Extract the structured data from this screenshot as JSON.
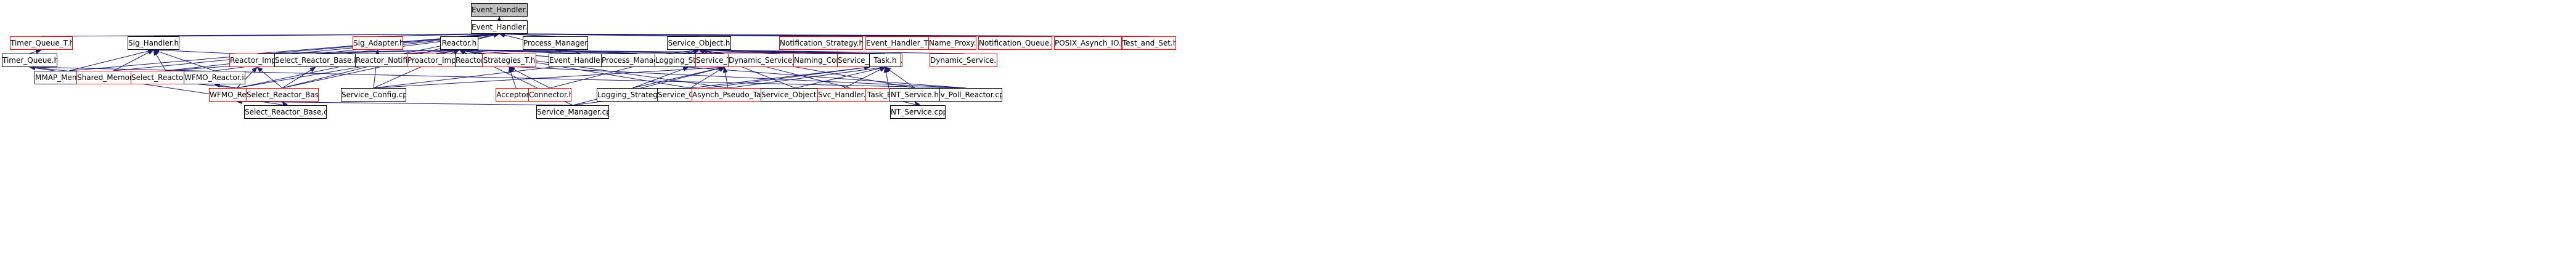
{
  "graph": {
    "root": "Event_Handler.inl",
    "nodes": [
      {
        "id": "event_handler_inl",
        "label": "Event_Handler.inl",
        "root": true
      },
      {
        "id": "event_handler_h",
        "label": "Event_Handler.h"
      },
      {
        "id": "timer_queue_t_h",
        "label": "Timer_Queue_T.h",
        "red": true
      },
      {
        "id": "timer_queue_h",
        "label": "Timer_Queue.h"
      },
      {
        "id": "sig_handler_h",
        "label": "Sig_Handler.h"
      },
      {
        "id": "mmap_memory_pool_h",
        "label": "MMAP_Memory_Pool.h"
      },
      {
        "id": "shared_memory_pool_h",
        "label": "Shared_Memory_Pool.h",
        "red": true
      },
      {
        "id": "select_reactor_t_inl",
        "label": "Select_Reactor_T.inl",
        "red": true
      },
      {
        "id": "wfmo_reactor_inl",
        "label": "WFMO_Reactor.inl"
      },
      {
        "id": "sig_adapter_h",
        "label": "Sig_Adapter.h",
        "red": true
      },
      {
        "id": "reactor_h",
        "label": "Reactor.h"
      },
      {
        "id": "process_manager_h",
        "label": "Process_Manager.h"
      },
      {
        "id": "service_object_h",
        "label": "Service_Object.h"
      },
      {
        "id": "notification_strategy_h",
        "label": "Notification_Strategy.h",
        "red": true
      },
      {
        "id": "event_handler_t_h",
        "label": "Event_Handler_T.h",
        "red": true
      },
      {
        "id": "name_proxy_h",
        "label": "Name_Proxy.h",
        "red": true
      },
      {
        "id": "notification_queue_h",
        "label": "Notification_Queue.h",
        "red": true
      },
      {
        "id": "posix_asynch_io_h",
        "label": "POSIX_Asynch_IO.h",
        "red": true
      },
      {
        "id": "test_and_set_h",
        "label": "Test_and_Set.h",
        "red": true
      },
      {
        "id": "reactor_impl_h",
        "label": "Reactor_Impl.h",
        "red": true
      },
      {
        "id": "select_reactor_base_inl",
        "label": "Select_Reactor_Base.inl"
      },
      {
        "id": "reactor_notification_strategy_cpp",
        "label": "Reactor_Notification_Strategy.cpp"
      },
      {
        "id": "proactor_impl_h",
        "label": "Proactor_Impl.h",
        "red": true
      },
      {
        "id": "reactor_cpp",
        "label": "Reactor.cpp"
      },
      {
        "id": "strategies_t_h",
        "label": "Strategies_T.h",
        "red": true
      },
      {
        "id": "event_handler_cpp",
        "label": "Event_Handler.cpp"
      },
      {
        "id": "process_manager_cpp",
        "label": "Process_Manager.cpp"
      },
      {
        "id": "logging_strategy_h",
        "label": "Logging_Strategy.h"
      },
      {
        "id": "service_types_h",
        "label": "Service_Types.h",
        "red": true
      },
      {
        "id": "dynamic_service_dependency_h",
        "label": "Dynamic_Service_Dependency.h",
        "red": true
      },
      {
        "id": "naming_context_h",
        "label": "Naming_Context.h",
        "red": true
      },
      {
        "id": "service_manager_h",
        "label": "Service_Manager.h",
        "red": true
      },
      {
        "id": "task_h",
        "label": "Task.h"
      },
      {
        "id": "dynamic_service_cpp",
        "label": "Dynamic_Service.cpp",
        "red": true
      },
      {
        "id": "dev_poll_reactor_cpp",
        "label": "Dev_Poll_Reactor.cpp"
      },
      {
        "id": "wfmo_reactor_h",
        "label": "WFMO_Reactor.h",
        "red": true
      },
      {
        "id": "select_reactor_base_h",
        "label": "Select_Reactor_Base.h",
        "red": true
      },
      {
        "id": "service_config_cpp",
        "label": "Service_Config.cpp"
      },
      {
        "id": "acceptor_h",
        "label": "Acceptor.h",
        "red": true
      },
      {
        "id": "connector_h",
        "label": "Connector.h",
        "red": true
      },
      {
        "id": "logging_strategy_cpp",
        "label": "Logging_Strategy.cpp"
      },
      {
        "id": "service_gestalt_cpp",
        "label": "Service_Gestalt.cpp"
      },
      {
        "id": "asynch_pseudo_task_h",
        "label": "Asynch_Pseudo_Task.h",
        "red": true
      },
      {
        "id": "service_object_cpp",
        "label": "Service_Object.cpp"
      },
      {
        "id": "svc_handler_h",
        "label": "Svc_Handler.h",
        "red": true
      },
      {
        "id": "task_ex_t_h",
        "label": "Task_Ex_T.h",
        "red": true
      },
      {
        "id": "nt_service_h",
        "label": "NT_Service.h"
      },
      {
        "id": "select_reactor_base_cpp",
        "label": "Select_Reactor_Base.cpp"
      },
      {
        "id": "service_manager_cpp",
        "label": "Service_Manager.cpp"
      },
      {
        "id": "nt_service_cpp",
        "label": "NT_Service.cpp"
      }
    ],
    "edges": [
      [
        "event_handler_h",
        "event_handler_inl"
      ],
      [
        "timer_queue_t_h",
        "event_handler_h"
      ],
      [
        "sig_handler_h",
        "event_handler_h"
      ],
      [
        "mmap_memory_pool_h",
        "event_handler_h"
      ],
      [
        "shared_memory_pool_h",
        "event_handler_h"
      ],
      [
        "select_reactor_t_inl",
        "event_handler_h"
      ],
      [
        "wfmo_reactor_inl",
        "event_handler_h"
      ],
      [
        "sig_adapter_h",
        "event_handler_h"
      ],
      [
        "reactor_h",
        "event_handler_h"
      ],
      [
        "process_manager_h",
        "event_handler_h"
      ],
      [
        "service_object_h",
        "event_handler_h"
      ],
      [
        "notification_strategy_h",
        "event_handler_h"
      ],
      [
        "event_handler_t_h",
        "event_handler_h"
      ],
      [
        "name_proxy_h",
        "event_handler_h"
      ],
      [
        "notification_queue_h",
        "event_handler_h"
      ],
      [
        "posix_asynch_io_h",
        "event_handler_h"
      ],
      [
        "test_and_set_h",
        "event_handler_h"
      ],
      [
        "reactor_impl_h",
        "event_handler_h"
      ],
      [
        "select_reactor_base_h",
        "event_handler_h"
      ],
      [
        "wfmo_reactor_h",
        "event_handler_h"
      ],
      [
        "event_handler_cpp",
        "event_handler_h"
      ],
      [
        "timer_queue_h",
        "timer_queue_t_h"
      ],
      [
        "dev_poll_reactor_cpp",
        "timer_queue_h"
      ],
      [
        "wfmo_reactor_h",
        "timer_queue_h"
      ],
      [
        "select_reactor_base_cpp",
        "timer_queue_h"
      ],
      [
        "mmap_memory_pool_h",
        "sig_handler_h"
      ],
      [
        "shared_memory_pool_h",
        "sig_handler_h"
      ],
      [
        "select_reactor_t_inl",
        "sig_handler_h"
      ],
      [
        "wfmo_reactor_inl",
        "sig_handler_h"
      ],
      [
        "dev_poll_reactor_cpp",
        "sig_handler_h"
      ],
      [
        "service_config_cpp",
        "sig_adapter_h"
      ],
      [
        "select_reactor_t_inl",
        "reactor_h"
      ],
      [
        "select_reactor_base_inl",
        "reactor_h"
      ],
      [
        "reactor_impl_h",
        "reactor_h"
      ],
      [
        "reactor_notification_strategy_cpp",
        "reactor_h"
      ],
      [
        "proactor_impl_h",
        "reactor_h"
      ],
      [
        "reactor_cpp",
        "reactor_h"
      ],
      [
        "strategies_t_h",
        "reactor_h"
      ],
      [
        "event_handler_cpp",
        "reactor_h"
      ],
      [
        "process_manager_cpp",
        "reactor_h"
      ],
      [
        "service_types_h",
        "reactor_h"
      ],
      [
        "service_manager_h",
        "reactor_h"
      ],
      [
        "task_h",
        "reactor_h"
      ],
      [
        "dev_poll_reactor_cpp",
        "reactor_h"
      ],
      [
        "wfmo_reactor_h",
        "reactor_h"
      ],
      [
        "select_reactor_base_h",
        "reactor_h"
      ],
      [
        "service_config_cpp",
        "reactor_h"
      ],
      [
        "service_gestalt_cpp",
        "reactor_h"
      ],
      [
        "asynch_pseudo_task_h",
        "reactor_h"
      ],
      [
        "service_manager_cpp",
        "reactor_h"
      ],
      [
        "process_manager_cpp",
        "process_manager_h"
      ],
      [
        "logging_strategy_h",
        "service_object_h"
      ],
      [
        "service_types_h",
        "service_object_h"
      ],
      [
        "dynamic_service_dependency_h",
        "service_object_h"
      ],
      [
        "naming_context_h",
        "service_object_h"
      ],
      [
        "service_manager_h",
        "service_object_h"
      ],
      [
        "task_h",
        "service_object_h"
      ],
      [
        "dynamic_service_cpp",
        "service_object_h"
      ],
      [
        "service_object_cpp",
        "service_object_h"
      ],
      [
        "nt_service_h",
        "service_object_h"
      ],
      [
        "nt_service_cpp",
        "service_object_h"
      ],
      [
        "connector_h",
        "service_object_h"
      ],
      [
        "service_config_cpp",
        "service_object_h"
      ],
      [
        "wfmo_reactor_h",
        "reactor_impl_h"
      ],
      [
        "select_reactor_base_h",
        "reactor_impl_h"
      ],
      [
        "select_reactor_base_h",
        "select_reactor_base_inl"
      ],
      [
        "acceptor_h",
        "strategies_t_h"
      ],
      [
        "connector_h",
        "strategies_t_h"
      ],
      [
        "logging_strategy_cpp",
        "logging_strategy_h"
      ],
      [
        "service_config_cpp",
        "service_types_h"
      ],
      [
        "logging_strategy_cpp",
        "service_types_h"
      ],
      [
        "service_gestalt_cpp",
        "service_types_h"
      ],
      [
        "service_manager_cpp",
        "service_types_h"
      ],
      [
        "asynch_pseudo_task_h",
        "service_types_h"
      ],
      [
        "service_gestalt_cpp",
        "service_manager_h"
      ],
      [
        "service_manager_cpp",
        "service_manager_h"
      ],
      [
        "asynch_pseudo_task_h",
        "task_h"
      ],
      [
        "service_object_cpp",
        "task_h"
      ],
      [
        "svc_handler_h",
        "task_h"
      ],
      [
        "task_ex_t_h",
        "task_h"
      ],
      [
        "nt_service_h",
        "task_h"
      ],
      [
        "nt_service_cpp",
        "nt_service_h"
      ],
      [
        "wfmo_reactor_h",
        "wfmo_reactor_inl"
      ],
      [
        "select_reactor_base_cpp",
        "select_reactor_base_h"
      ],
      [
        "service_manager_cpp",
        "wfmo_reactor_h"
      ]
    ]
  }
}
